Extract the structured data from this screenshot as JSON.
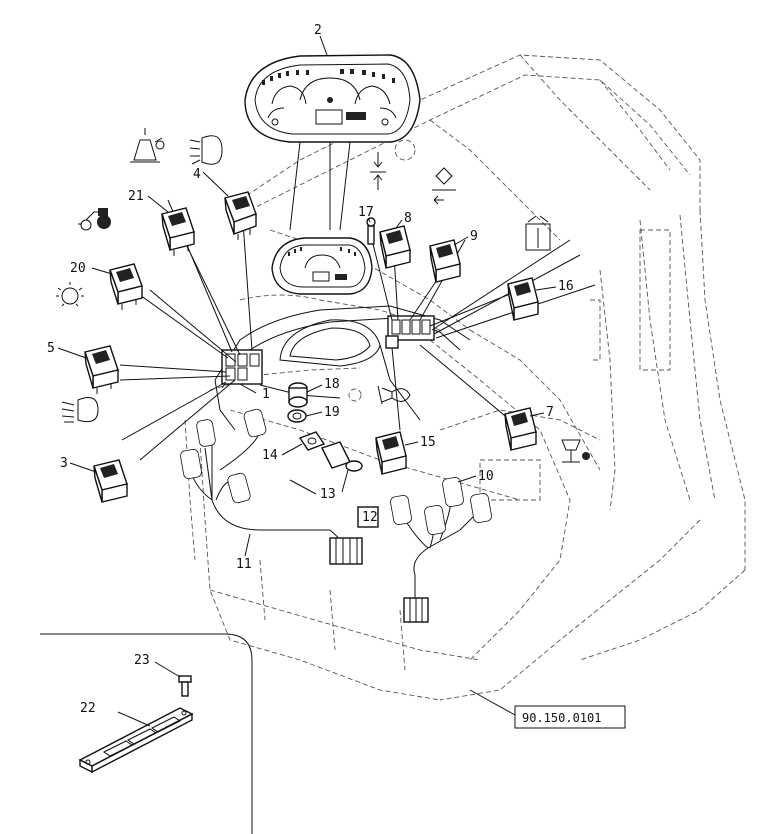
{
  "callouts": {
    "c1": "1",
    "c2": "2",
    "c3": "3",
    "c4": "4",
    "c5": "5",
    "c7": "7",
    "c8": "8",
    "c9": "9",
    "c10": "10",
    "c11": "11",
    "c12": "12",
    "c13": "13",
    "c14": "14",
    "c15": "15",
    "c16": "16",
    "c17": "17",
    "c18": "18",
    "c19": "19",
    "c20": "20",
    "c21": "21",
    "c22": "22",
    "c23": "23"
  },
  "reference": "90.150.0101",
  "icons": {
    "beacon": "beacon-light-icon",
    "headlight": "headlight-icon",
    "tractor": "tractor-icon",
    "worklight": "work-light-icon",
    "lowbeam": "low-beam-icon",
    "horn": "horn-icon",
    "hazard": "hazard-diamond-icon",
    "updown": "up-down-arrows-icon",
    "lamp": "lamp-icon"
  }
}
